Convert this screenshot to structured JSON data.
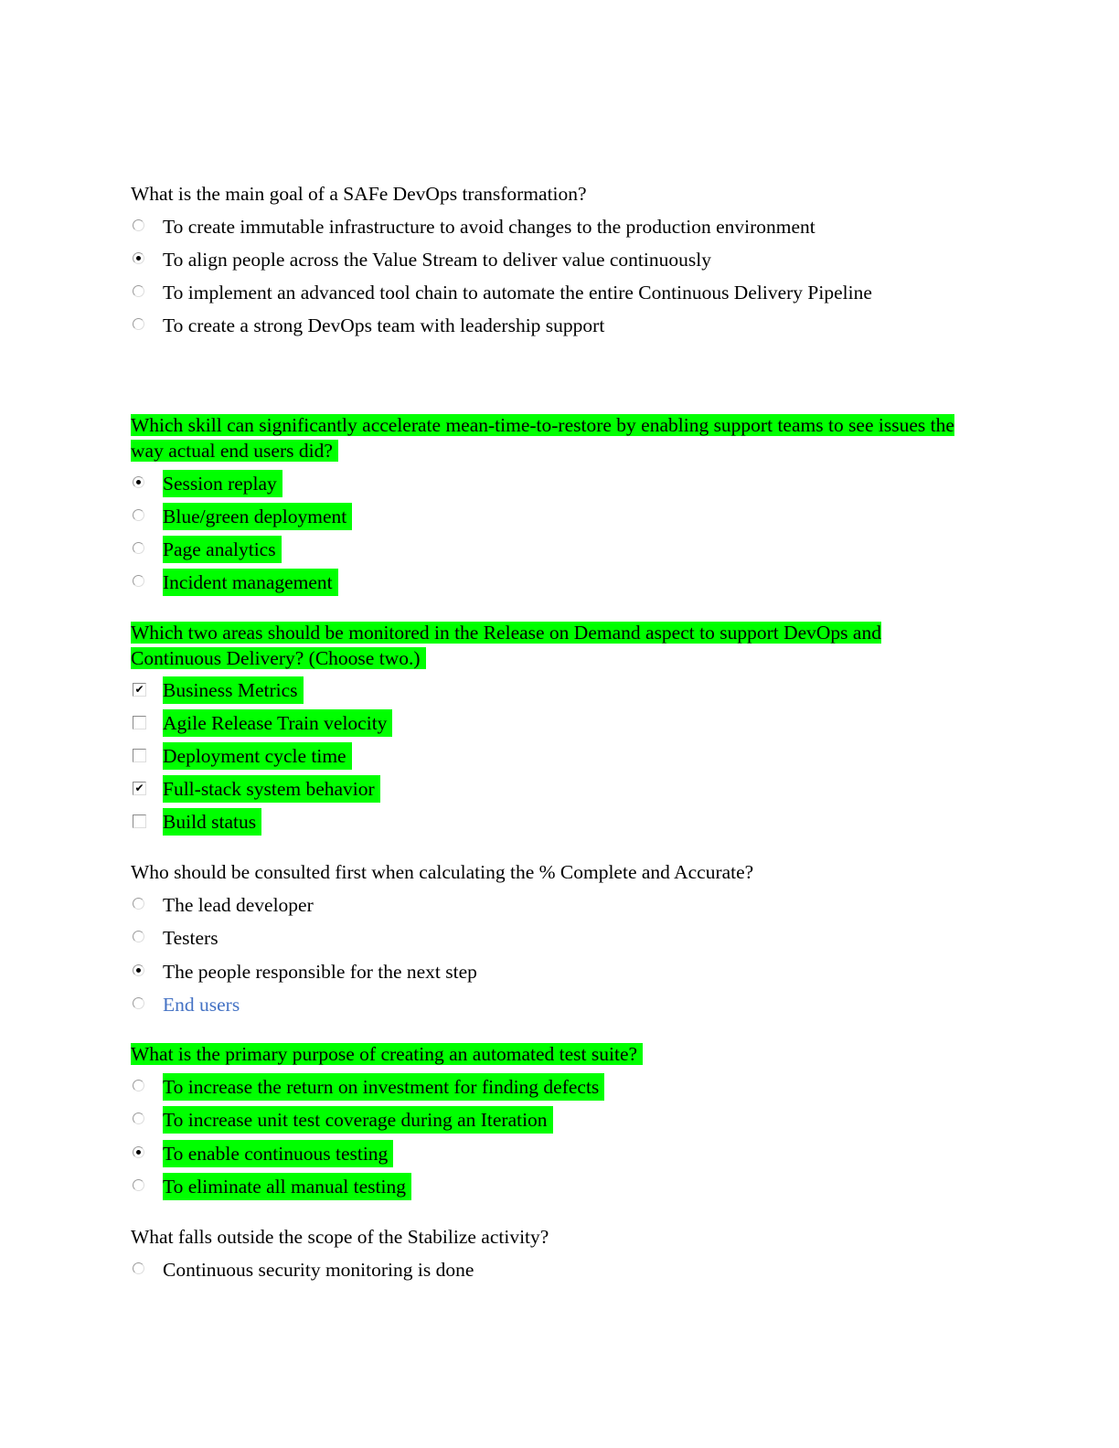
{
  "questions": [
    {
      "text": "What is the main goal of a SAFe DevOps transformation?",
      "highlight": false,
      "type": "radio",
      "options": [
        {
          "label": "To create immutable infrastructure to avoid changes to the production environment",
          "selected": false
        },
        {
          "label": "To align people across the Value Stream to deliver value continuously",
          "selected": true
        },
        {
          "label": "To implement an advanced tool chain to automate the entire Continuous Delivery Pipeline",
          "selected": false
        },
        {
          "label": "To create a strong DevOps team with leadership support",
          "selected": false
        }
      ]
    },
    {
      "text": "Which skill can significantly accelerate mean-time-to-restore by enabling support teams to see issues the way actual end users did?",
      "highlight": true,
      "type": "radio",
      "options": [
        {
          "label": "Session replay",
          "selected": true
        },
        {
          "label": "Blue/green deployment",
          "selected": false
        },
        {
          "label": "Page analytics",
          "selected": false
        },
        {
          "label": "Incident management",
          "selected": false
        }
      ]
    },
    {
      "text": "Which two areas should be monitored in the Release on Demand aspect to support DevOps and Continuous Delivery? (Choose two.)",
      "highlight": true,
      "type": "checkbox",
      "options": [
        {
          "label": "Business Metrics",
          "selected": true
        },
        {
          "label": "Agile Release Train velocity",
          "selected": false
        },
        {
          "label": "Deployment cycle time",
          "selected": false
        },
        {
          "label": "Full-stack system behavior",
          "selected": true
        },
        {
          "label": "Build status",
          "selected": false
        }
      ]
    },
    {
      "text": "Who should be consulted first when calculating the % Complete and Accurate?",
      "highlight": false,
      "type": "radio",
      "options": [
        {
          "label": "The lead developer",
          "selected": false
        },
        {
          "label": "Testers",
          "selected": false
        },
        {
          "label": "The people responsible for the next step",
          "selected": true
        },
        {
          "label": "End users",
          "selected": false,
          "link": true
        }
      ]
    },
    {
      "text": "What is the primary purpose of creating an automated test suite?",
      "highlight": true,
      "type": "radio",
      "options": [
        {
          "label": "To increase the return on investment for finding defects",
          "selected": false
        },
        {
          "label": "To increase unit test coverage during an Iteration",
          "selected": false
        },
        {
          "label": "To enable continuous testing",
          "selected": true
        },
        {
          "label": "To eliminate all manual testing",
          "selected": false
        }
      ]
    },
    {
      "text": "What falls outside the scope of the Stabilize activity?",
      "highlight": false,
      "type": "radio",
      "options": [
        {
          "label": "Continuous security monitoring is done",
          "selected": false
        }
      ]
    }
  ],
  "colors": {
    "highlight": "#00ff00",
    "link": "#4472c4"
  }
}
